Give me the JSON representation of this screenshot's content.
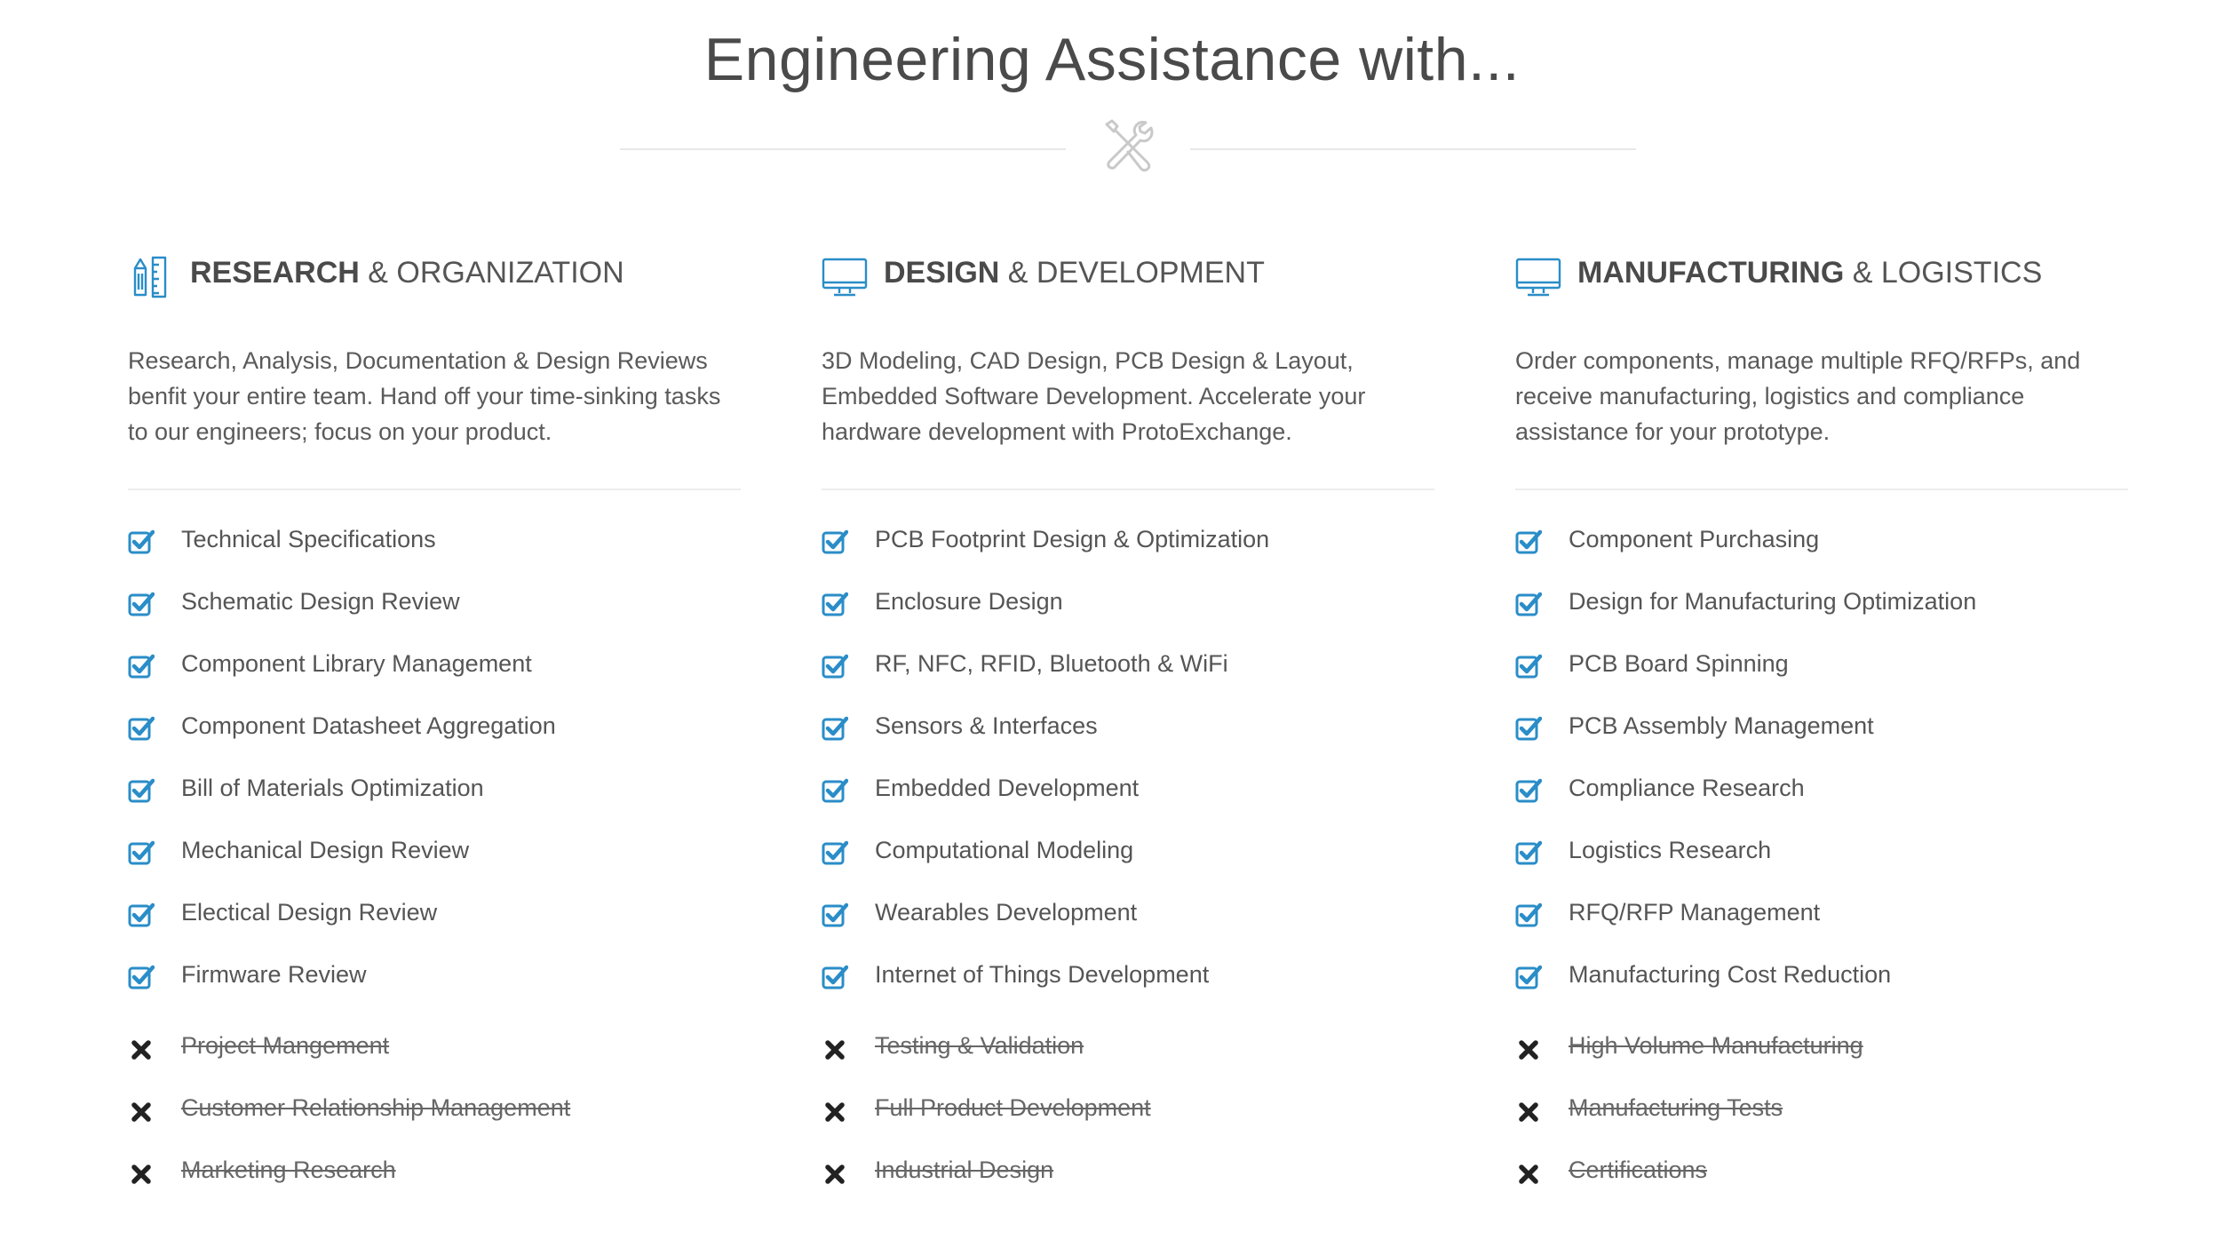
{
  "header": {
    "title": "Engineering Assistance with...",
    "icon": "tools-icon"
  },
  "colors": {
    "accent": "#2a8dc8",
    "check": "#2a8dc8",
    "cross": "#222222",
    "text": "#555555"
  },
  "columns": [
    {
      "icon": "ruler-pencil-icon",
      "heading_bold": "RESEARCH",
      "heading_rest": " & ORGANIZATION",
      "description": "Research, Analysis, Documentation & Design Reviews benfit your entire team. Hand off your time-sinking tasks to our engineers; focus on your product.",
      "included": [
        "Technical Specifications",
        "Schematic Design Review",
        "Component Library Management",
        "Component Datasheet Aggregation",
        "Bill of Materials Optimization",
        "Mechanical Design Review",
        "Electical Design Review",
        "Firmware Review"
      ],
      "excluded": [
        "Project Mangement",
        "Customer Relationship Management",
        "Marketing Research"
      ]
    },
    {
      "icon": "monitor-icon",
      "heading_bold": "DESIGN",
      "heading_rest": " & DEVELOPMENT",
      "description": "3D Modeling, CAD Design, PCB Design & Layout, Embedded Software Development. Accelerate your hardware development with ProtoExchange.",
      "included": [
        "PCB Footprint Design & Optimization",
        "Enclosure Design",
        "RF, NFC, RFID, Bluetooth & WiFi",
        "Sensors & Interfaces",
        "Embedded Development",
        "Computational Modeling",
        "Wearables Development",
        "Internet of Things Development"
      ],
      "excluded": [
        "Testing & Validation",
        "Full Product Development",
        "Industrial Design"
      ]
    },
    {
      "icon": "monitor-icon",
      "heading_bold": "MANUFACTURING",
      "heading_rest": " & LOGISTICS",
      "description": "Order components, manage multiple RFQ/RFPs, and receive manufacturing, logistics and compliance assistance for your prototype.",
      "included": [
        "Component Purchasing",
        "Design for Manufacturing Optimization",
        "PCB Board Spinning",
        "PCB Assembly Management",
        "Compliance Research",
        "Logistics Research",
        "RFQ/RFP Management",
        "Manufacturing Cost Reduction"
      ],
      "excluded": [
        "High Volume Manufacturing",
        "Manufacturing Tests",
        "Certifications"
      ]
    }
  ]
}
